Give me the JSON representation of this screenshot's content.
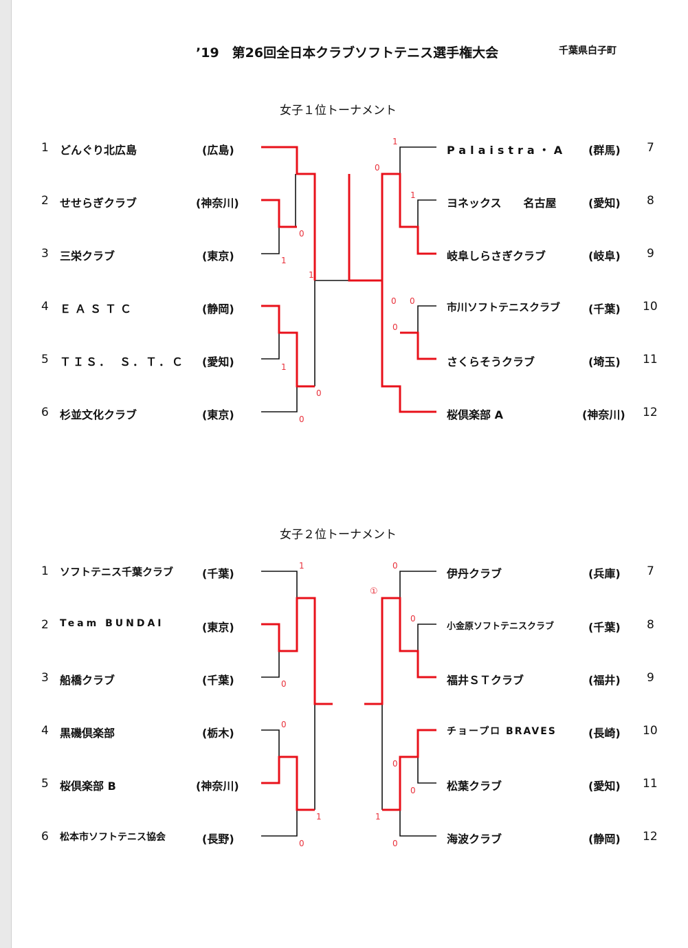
{
  "header": {
    "title": "’19　第26回全日本クラブソフトテニス選手権大会",
    "venue": "千葉県白子町"
  },
  "tournaments": [
    {
      "title": "女子１位トーナメント",
      "left": [
        {
          "no": "1",
          "team": "どんぐり北広島",
          "pref": "(広島)"
        },
        {
          "no": "2",
          "team": "せせらぎクラブ",
          "pref": "(神奈川)"
        },
        {
          "no": "3",
          "team": "三栄クラブ",
          "pref": "(東京)"
        },
        {
          "no": "4",
          "team": "ＥＡＳＴＣ",
          "pref": "(静岡)"
        },
        {
          "no": "5",
          "team": "ＴＩＳ．　Ｓ．Ｔ．Ｃ",
          "pref": "(愛知)"
        },
        {
          "no": "6",
          "team": "杉並文化クラブ",
          "pref": "(東京)"
        }
      ],
      "right": [
        {
          "no": "7",
          "team": "Palaistra・A",
          "pref": "(群馬)"
        },
        {
          "no": "8",
          "team": "ヨネックス　　名古屋",
          "pref": "(愛知)"
        },
        {
          "no": "9",
          "team": "岐阜しらさぎクラブ",
          "pref": "(岐阜)"
        },
        {
          "no": "10",
          "team": "市川ソフトテニスクラブ",
          "pref": "(千葉)"
        },
        {
          "no": "11",
          "team": "さくらそうクラブ",
          "pref": "(埼玉)"
        },
        {
          "no": "12",
          "team": "桜倶楽部 A",
          "pref": "(神奈川)"
        }
      ],
      "scores": [
        "0",
        "1",
        "1",
        "0",
        "1",
        "0",
        "0",
        "1",
        "1",
        "0",
        "0",
        "0"
      ]
    },
    {
      "title": "女子２位トーナメント",
      "left": [
        {
          "no": "1",
          "team": "ソフトテニス千葉クラブ",
          "pref": "(千葉)"
        },
        {
          "no": "2",
          "team": "Team BUNDAI",
          "pref": "(東京)"
        },
        {
          "no": "3",
          "team": "船橋クラブ",
          "pref": "(千葉)"
        },
        {
          "no": "4",
          "team": "黒磯倶楽部",
          "pref": "(栃木)"
        },
        {
          "no": "5",
          "team": "桜倶楽部 B",
          "pref": "(神奈川)"
        },
        {
          "no": "6",
          "team": "松本市ソフトテニス協会",
          "pref": "(長野)"
        }
      ],
      "right": [
        {
          "no": "7",
          "team": "伊丹クラブ",
          "pref": "(兵庫)"
        },
        {
          "no": "8",
          "team": "小金原ソフトテニスクラブ",
          "pref": "(千葉)"
        },
        {
          "no": "9",
          "team": "福井ＳＴクラブ",
          "pref": "(福井)"
        },
        {
          "no": "10",
          "team": "チョープロ BRAVES",
          "pref": "(長崎)"
        },
        {
          "no": "11",
          "team": "松葉クラブ",
          "pref": "(愛知)"
        },
        {
          "no": "12",
          "team": "海波クラブ",
          "pref": "(静岡)"
        }
      ],
      "scores": [
        "1",
        "0",
        "0",
        "1",
        "0",
        "0",
        "0",
        "①",
        "0",
        "0",
        "1",
        "0"
      ]
    }
  ]
}
